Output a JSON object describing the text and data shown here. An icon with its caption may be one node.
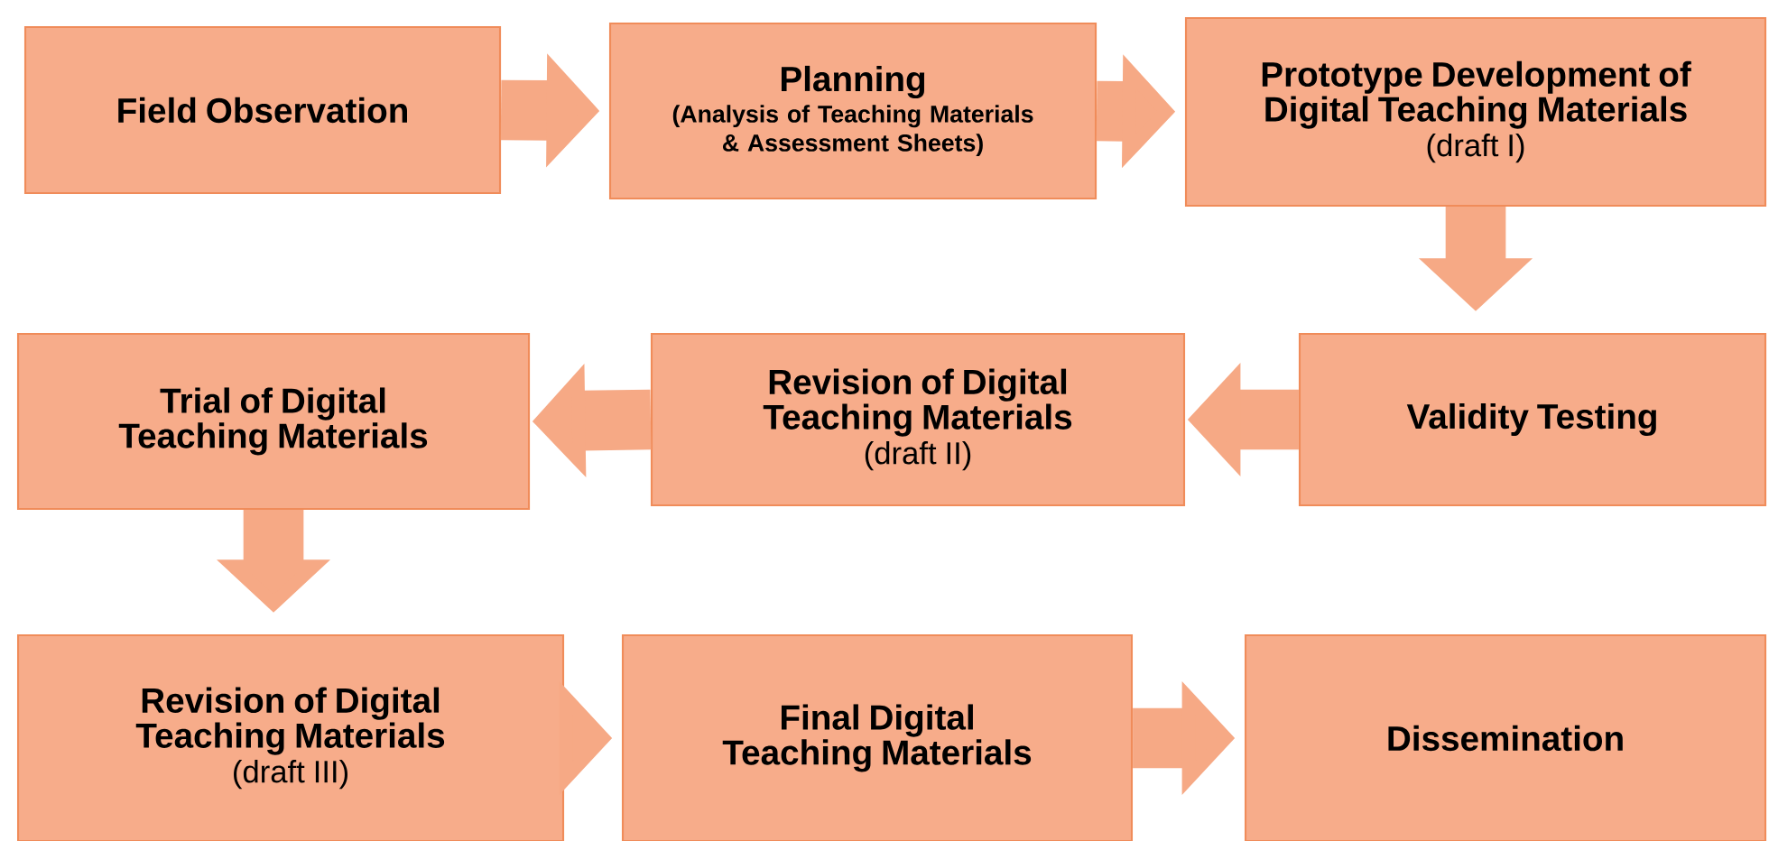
{
  "diagram": {
    "nodes": [
      {
        "text": [
          "Field Observation"
        ]
      },
      {
        "text": [
          "Planning",
          "(Analysis of Teaching Materials & Assessment Sheets)"
        ]
      },
      {
        "text": [
          "Prototype Development of Digital Teaching Materials",
          "(draft I)"
        ]
      },
      {
        "text": [
          "Validity Testing"
        ]
      },
      {
        "text": [
          "Revision of Digital Teaching Materials",
          "(draft II)"
        ]
      },
      {
        "text": [
          "Trial of Digital Teaching Materials"
        ]
      },
      {
        "text": [
          "Revision of Digital Teaching Materials",
          "(draft III)"
        ]
      },
      {
        "text": [
          "Final Digital Teaching Materials"
        ]
      },
      {
        "text": [
          "Dissemination"
        ]
      }
    ],
    "edges": [
      {
        "from": 0,
        "to": 1,
        "arrow": "to"
      },
      {
        "from": 1,
        "to": 2,
        "arrow": "to"
      },
      {
        "from": 2,
        "to": 3,
        "arrow": "to"
      },
      {
        "from": 3,
        "to": 4,
        "arrow": "to"
      },
      {
        "from": 4,
        "to": 5,
        "arrow": "to"
      },
      {
        "from": 5,
        "to": 6,
        "arrow": "to"
      },
      {
        "from": 6,
        "to": 7,
        "arrow": "to"
      },
      {
        "from": 7,
        "to": 8,
        "arrow": "to"
      }
    ]
  }
}
